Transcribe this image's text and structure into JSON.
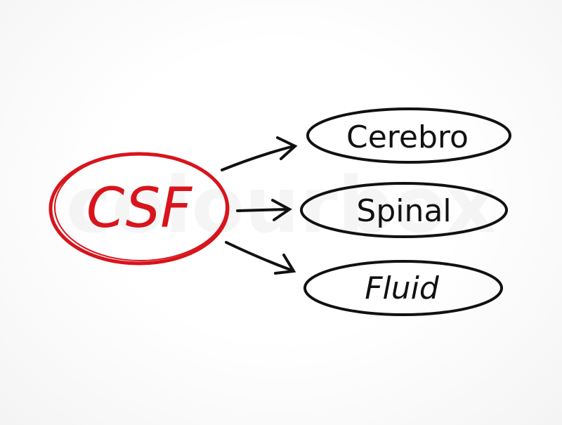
{
  "watermark": "colourbox",
  "acronym": {
    "text": "CSF",
    "color": "#d8141c"
  },
  "expansion": [
    {
      "text": "Cerebro"
    },
    {
      "text": "Spinal"
    },
    {
      "text": "Fluid"
    }
  ],
  "ink_color": "#111111"
}
